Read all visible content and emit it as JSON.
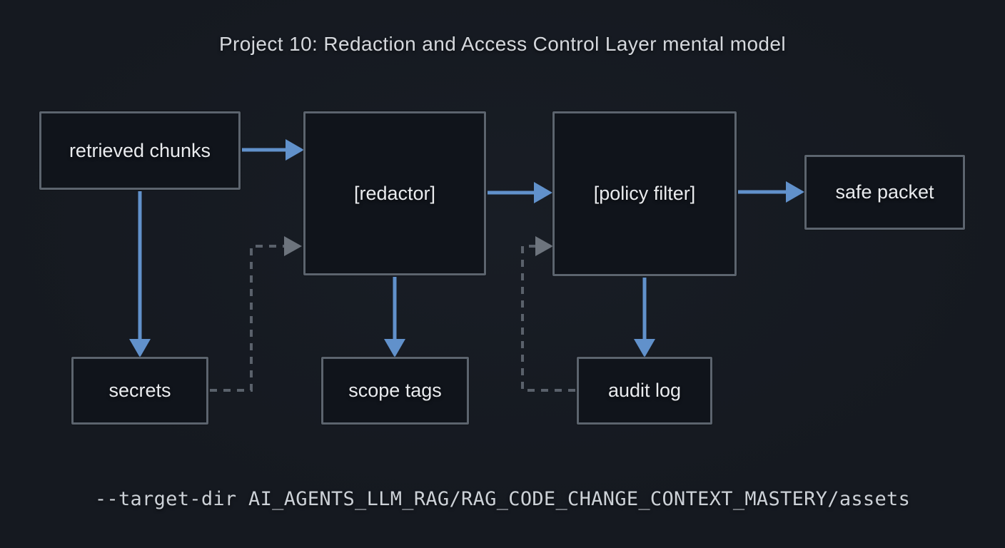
{
  "diagram": {
    "title": "Project 10: Redaction and Access Control Layer mental model",
    "command": "--target-dir AI_AGENTS_LLM_RAG/RAG_CODE_CHANGE_CONTEXT_MASTERY/assets",
    "nodes": {
      "retrieved_chunks": {
        "label": "retrieved chunks"
      },
      "redactor": {
        "label": "[redactor]"
      },
      "policy_filter": {
        "label": "[policy filter]"
      },
      "safe_packet": {
        "label": "safe packet"
      },
      "secrets": {
        "label": "secrets"
      },
      "scope_tags": {
        "label": "scope tags"
      },
      "audit_log": {
        "label": "audit log"
      }
    },
    "edges": [
      {
        "from": "retrieved chunks",
        "to": "[redactor]",
        "style": "solid"
      },
      {
        "from": "retrieved chunks",
        "to": "secrets",
        "style": "solid"
      },
      {
        "from": "[redactor]",
        "to": "[policy filter]",
        "style": "solid"
      },
      {
        "from": "[redactor]",
        "to": "scope tags",
        "style": "solid"
      },
      {
        "from": "[policy filter]",
        "to": "safe packet",
        "style": "solid"
      },
      {
        "from": "[policy filter]",
        "to": "audit log",
        "style": "solid"
      },
      {
        "from": "secrets",
        "to": "[redactor]",
        "style": "dashed"
      },
      {
        "from": "audit log",
        "to": "[policy filter]",
        "style": "dashed"
      }
    ],
    "colors": {
      "background": "#151920",
      "node_border": "#5c646e",
      "node_fill": "#10141b",
      "solid_arrow": "#6191cb",
      "dashed_arrow": "#5a616b",
      "dashed_head": "#6d747d",
      "title_text": "#d5d8dd",
      "node_text": "#e9ebee",
      "command_text": "#ccd1d7"
    }
  }
}
